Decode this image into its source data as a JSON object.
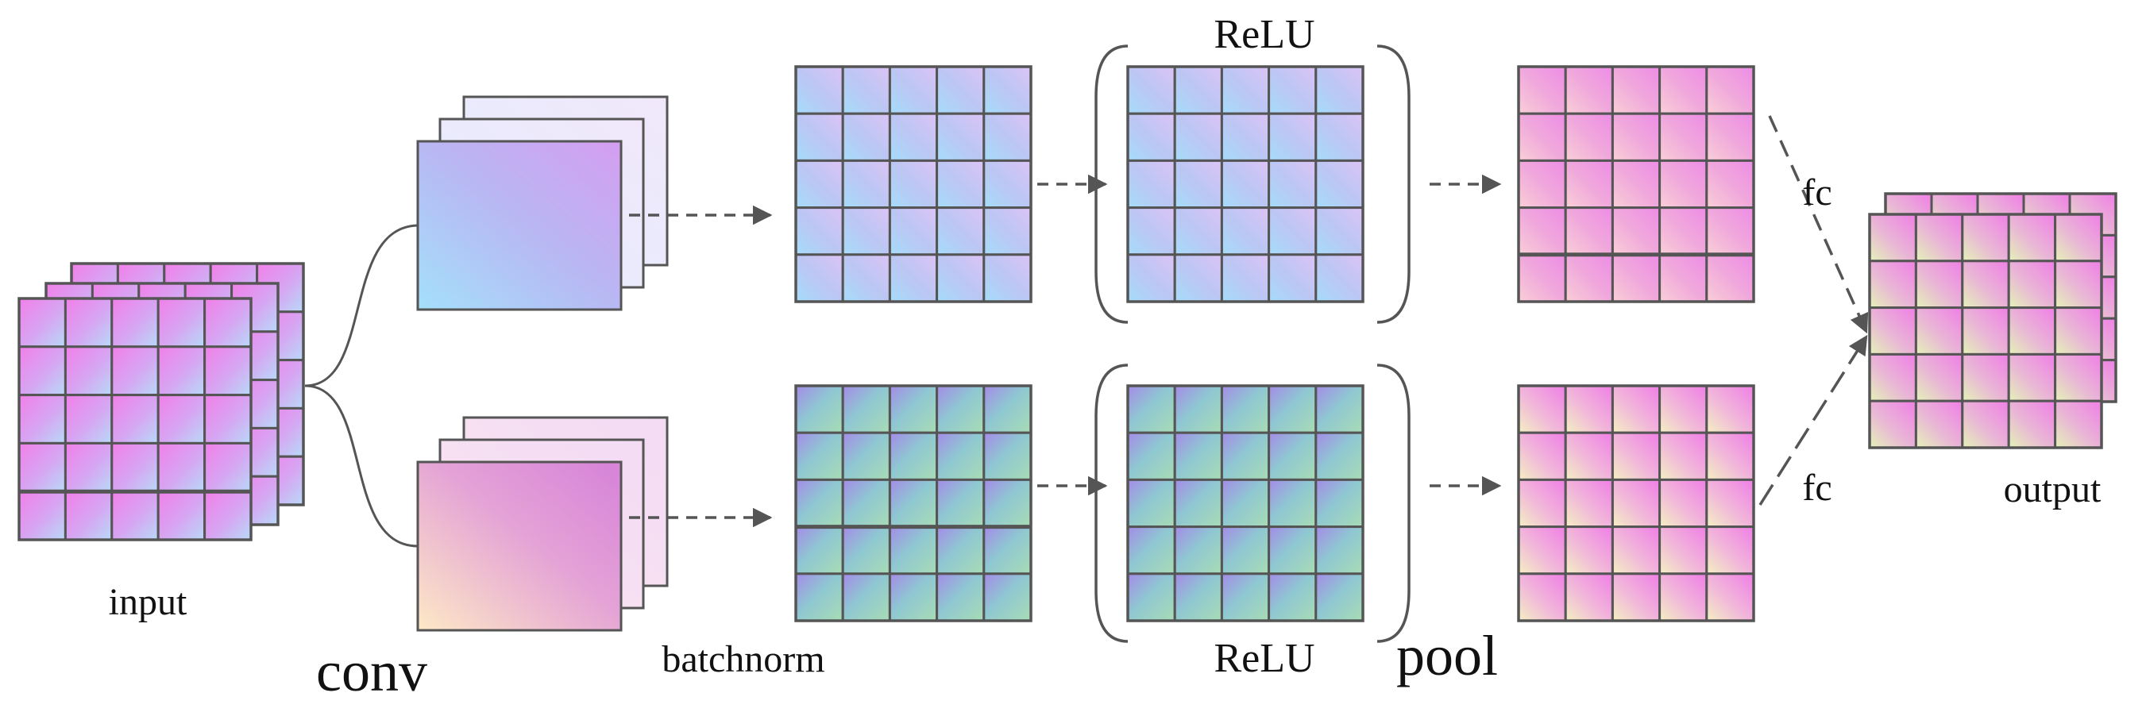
{
  "labels": {
    "input": "input",
    "conv": "conv",
    "batchnorm": "batchnorm",
    "relu_top": "ReLU",
    "relu_bottom": "ReLU",
    "pool": "pool",
    "fc_top": "fc",
    "fc_bottom": "fc",
    "output": "output"
  },
  "colors": {
    "grid_line": "#555555",
    "arrow": "#555555",
    "pink": "#f07ee8",
    "blue": "#b9ddff",
    "violet": "#c7b2f4",
    "sky": "#9edcfb",
    "teal": "#8ad6c8",
    "purple": "#a58be9",
    "yellow": "#f5f0c0",
    "cream": "#fde9c8"
  }
}
